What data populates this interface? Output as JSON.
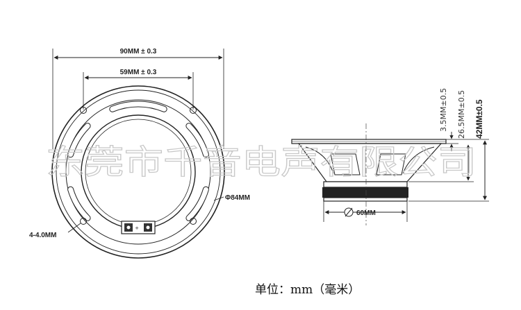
{
  "front_view": {
    "outer_width": "90MM ± 0.3",
    "hole_spacing": "59MM ± 0.3",
    "outer_diameter": "Φ84MM",
    "mount_holes": "4-4.0MM"
  },
  "side_view": {
    "height_a": "3.5MM±0.5",
    "height_b": "26.5MM±0.5",
    "height_total": "42MM±0.5",
    "magnet_diameter": "60MM"
  },
  "watermark": "东莞市千音电声有限公司",
  "unit_note": "单位：mm（毫米）",
  "colors": {
    "line": "#222222",
    "watermark": "#c8c8c8"
  }
}
